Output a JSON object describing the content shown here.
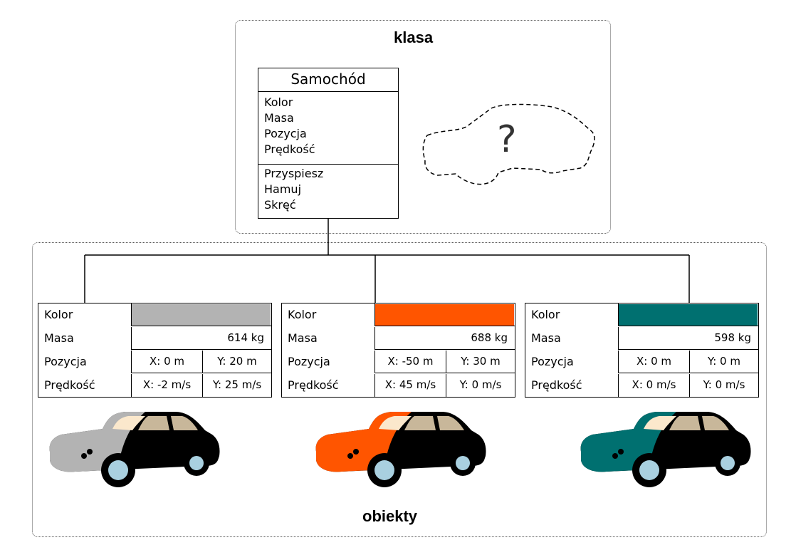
{
  "class_section": {
    "label": "klasa",
    "class_name": "Samochód",
    "attributes": [
      "Kolor",
      "Masa",
      "Pozycja",
      "Prędkość"
    ],
    "methods": [
      "Przyspiesz",
      "Hamuj",
      "Skręć"
    ],
    "unknown_mark": "?"
  },
  "objects_section": {
    "label": "obiekty",
    "row_labels": [
      "Kolor",
      "Masa",
      "Pozycja",
      "Prędkość"
    ],
    "objects": [
      {
        "color": "#b3b3b3",
        "mass": "614 kg",
        "pos_x": "X: 0 m",
        "pos_y": "Y: 20 m",
        "vel_x": "X: -2 m/s",
        "vel_y": "Y: 25 m/s"
      },
      {
        "color": "#ff5500",
        "mass": "688 kg",
        "pos_x": "X: -50 m",
        "pos_y": "Y: 30 m",
        "vel_x": "X: 45 m/s",
        "vel_y": "Y: 0 m/s"
      },
      {
        "color": "#007070",
        "mass": "598 kg",
        "pos_x": "X: 0 m",
        "pos_y": "Y: 0 m",
        "vel_x": "X: 0 m/s",
        "vel_y": "Y: 0 m/s"
      }
    ]
  }
}
